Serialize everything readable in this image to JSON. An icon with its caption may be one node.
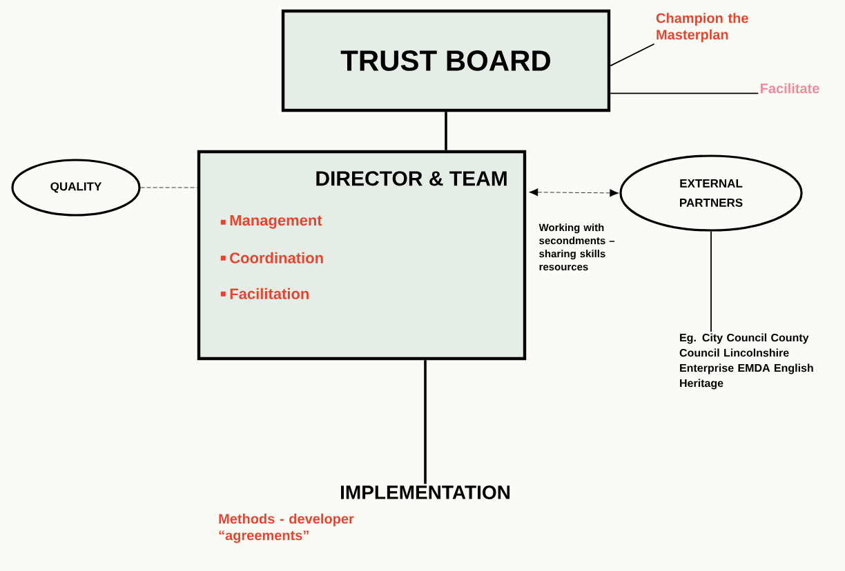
{
  "diagram": {
    "nodes": [
      {
        "text": [
          "TRUST BOARD"
        ]
      },
      {
        "text": [
          "Champion the Masterplan"
        ]
      },
      {
        "text": [
          "Facilitate"
        ]
      },
      {
        "text": [
          "QUALITY"
        ]
      },
      {
        "text": [
          "DIRECTOR & TEAM",
          "Management",
          "Coordination",
          "Facilitation"
        ]
      },
      {
        "text": [
          "EXTERNAL PARTNERS"
        ]
      },
      {
        "text": [
          "Eg. City Council County Council Lincolnshire Enterprise EMDA English Heritage"
        ]
      },
      {
        "text": [
          "IMPLEMENTATION"
        ],
        "beside": [
          "Methods - developer “agreements”"
        ]
      }
    ],
    "edges": [
      {
        "from": 0,
        "to": 4,
        "arrow": "none"
      },
      {
        "from": 3,
        "to": 4,
        "arrow": "none",
        "style": "dashed"
      },
      {
        "from": 4,
        "to": 5,
        "arrow": "both",
        "style": "dashed",
        "label": "Working with secondments – sharing skills resources"
      },
      {
        "from": 4,
        "to": 7,
        "arrow": "none"
      },
      {
        "from": 0,
        "to": 1,
        "arrow": "none"
      },
      {
        "from": 0,
        "to": 2,
        "arrow": "none"
      },
      {
        "from": 5,
        "to": 6,
        "arrow": "none"
      }
    ]
  }
}
